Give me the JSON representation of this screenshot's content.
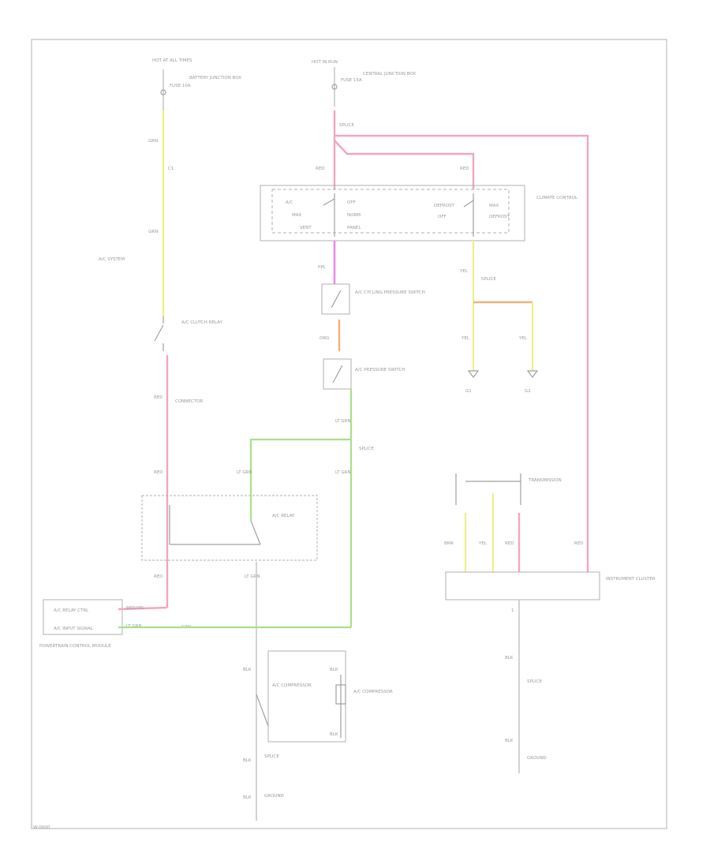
{
  "colors": {
    "wire_red": "#f2a6bd",
    "wire_green": "#a8e08a",
    "wire_yellow": "#eef08a",
    "wire_purple": "#ee88ee",
    "wire_orange": "#f2b27a",
    "wire_gray": "#c8c8c8",
    "outline": "#b0b0b0",
    "label": "#9a9a9a"
  },
  "icons": [
    "ground-icon",
    "switch-icon",
    "fuse-icon",
    "coil-icon"
  ],
  "labels": {
    "fuse_left_top": "HOT AT ALL TIMES",
    "fuse_left_id": "FUSE 10A",
    "fuse_left_desc": "BATTERY JUNCTION BOX",
    "fuse_center_top": "HOT IN RUN",
    "fuse_center_id": "FUSE 15A",
    "fuse_center_desc": "CENTRAL JUNCTION BOX",
    "splice_center": "SPLICE",
    "wire_left_1": "GRN",
    "conn_left_1": "C1",
    "wire_left_2": "GRN",
    "note_left": "A/C SYSTEM",
    "relay_left_name": "A/C CLUTCH RELAY",
    "wire_left_3": "RED",
    "conn_left_2": "CONNECTOR",
    "wire_left_4": "RED",
    "module_left_name": "A/C RELAY",
    "wire_left_5": "RED",
    "pcm_pin_1": "A/C RELAY CTRL",
    "pcm_pin_2": "A/C INPUT SIGNAL",
    "pcm_wire_1": "RED/YEL",
    "pcm_wire_2": "LT GRN",
    "pcm_wire_3": "GRN",
    "pcm_name": "POWERTRAIN CONTROL MODULE",
    "wire_ctr_1": "RED",
    "wire_ctr_2": "RED",
    "ctrl_name": "CLIMATE CONTROL",
    "ctrl_row_1a": "A/C",
    "ctrl_row_1b": "OFF",
    "ctrl_row_2a": "DEFROST",
    "ctrl_row_2b": "MAX",
    "ctrl_row_3a": "MAX",
    "ctrl_row_3b": "NORM",
    "ctrl_row_4a": "OFF",
    "ctrl_row_4b": "DEFROST",
    "ctrl_row_5a": "VENT",
    "ctrl_row_5b": "PANEL",
    "wire_ctr_3": "PPL",
    "sw_low_name": "A/C CYCLING PRESSURE SWITCH",
    "wire_ctr_4": "ORG",
    "sw_high_name": "A/C PRESSURE SWITCH",
    "wire_ctr_5": "LT GRN",
    "splice_lower": "SPLICE",
    "wire_ctr_6": "LT GRN",
    "wire_ctr_7": "LT GRN",
    "wire_ctr_8": "LT GRN",
    "wire_right_1": "YEL",
    "splice_right": "SPLICE",
    "wire_right_2": "YEL",
    "wire_right_3": "YEL",
    "gnd_1": "G1",
    "gnd_2": "G2",
    "trans_name": "TRANSMISSION",
    "wire_trans_1": "BRN",
    "wire_trans_2": "YEL",
    "wire_trans_3": "RED",
    "wire_trans_4": "RED",
    "cluster_name": "INSTRUMENT CLUSTER",
    "cluster_pin": "1",
    "wire_cluster_1": "BLK",
    "cluster_splice": "SPLICE",
    "wire_cluster_2": "BLK",
    "gnd_right": "GROUND",
    "wire_comp_1": "BLK",
    "wire_comp_2": "BLK",
    "comp_1": "A/C COMPRESSOR",
    "comp_2": "A/C COMPRESSOR",
    "wire_comp_3": "BLK",
    "wire_comp_4": "BLK",
    "comp_splice": "SPLICE",
    "wire_comp_5": "BLK",
    "gnd_bottom": "GROUND",
    "corner": "W-0000"
  }
}
